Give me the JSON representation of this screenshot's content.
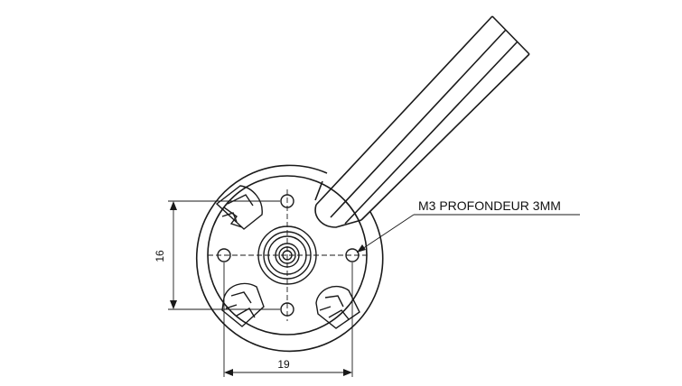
{
  "drawing": {
    "dimension_vertical": "16",
    "dimension_horizontal": "19",
    "hole_note": "M3 PROFONDEUR 3MM"
  },
  "colors": {
    "line": "#1a1a1a",
    "background": "#ffffff"
  }
}
